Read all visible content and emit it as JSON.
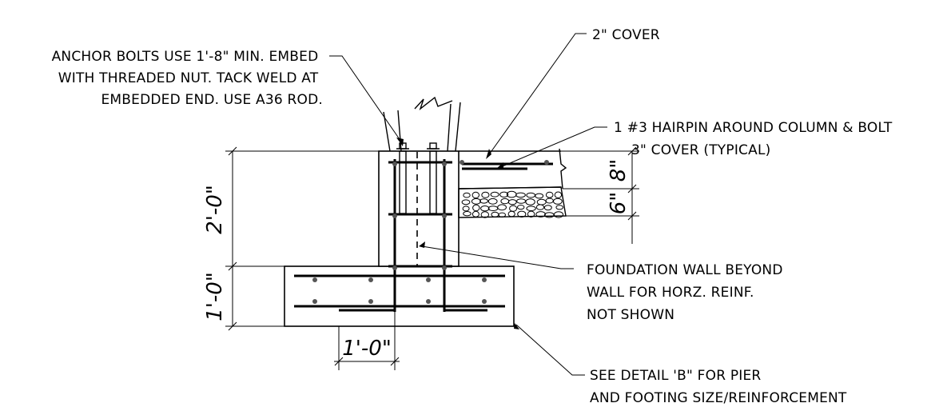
{
  "callouts": {
    "anchor_bolts": [
      "ANCHOR BOLTS USE 1'-8\" MIN. EMBED",
      "WITH THREADED NUT. TACK WELD AT",
      "EMBEDDED END. USE A36 ROD."
    ],
    "cover_2in": [
      "2\" COVER"
    ],
    "hairpin": [
      "1 #3 HAIRPIN AROUND COLUMN & BOLT",
      "3\" COVER (TYPICAL)"
    ],
    "foundation_wall": [
      "FOUNDATION WALL BEYOND",
      "WALL FOR HORZ. REINF.",
      "NOT SHOWN"
    ],
    "detail_b": [
      "SEE DETAIL 'B\" FOR PIER",
      "AND FOOTING SIZE/REINFORCEMENT"
    ]
  },
  "dimensions": {
    "pier_height": "2'-0\"",
    "footing_height": "1'-0\"",
    "footing_offset": "1'-0\"",
    "slab_thickness": "8\"",
    "gravel_thickness": "6\""
  }
}
